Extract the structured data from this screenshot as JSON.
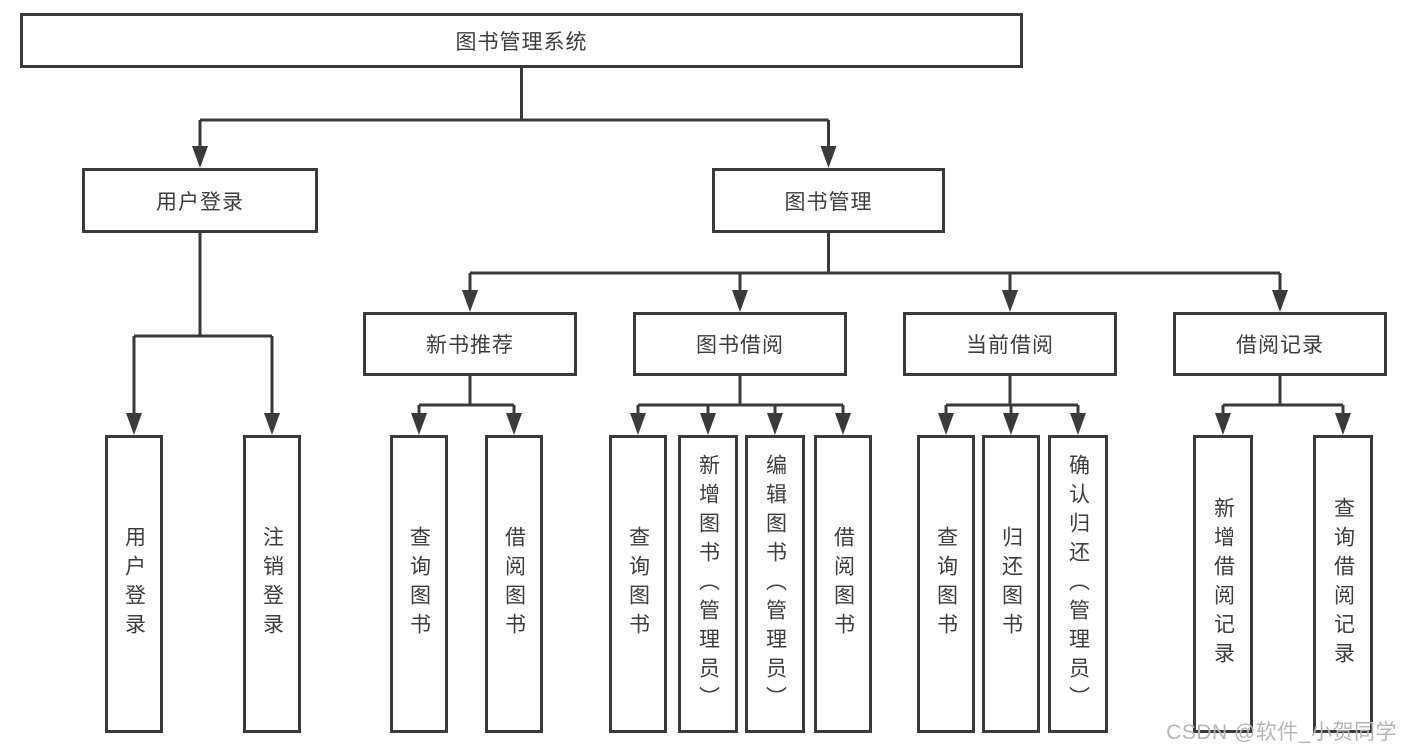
{
  "nodes": {
    "root": "图书管理系统",
    "user_login": "用户登录",
    "book_mgmt": "图书管理",
    "new_book_rec": "新书推荐",
    "book_borrow": "图书借阅",
    "current_borrow": "当前借阅",
    "borrow_records": "借阅记录",
    "leaf_user_login": "用户登录",
    "leaf_logout": "注销登录",
    "leaf_query_books_1": "查询图书",
    "leaf_borrow_books_1": "借阅图书",
    "leaf_query_books_2": "查询图书",
    "leaf_add_books": "新增图书（管理员）",
    "leaf_edit_books": "编辑图书（管理员）",
    "leaf_borrow_books_2": "借阅图书",
    "leaf_query_books_3": "查询图书",
    "leaf_return_books": "归还图书",
    "leaf_confirm_return": "确认归还（管理员）",
    "leaf_add_borrow_record": "新增借阅记录",
    "leaf_query_borrow_record": "查询借阅记录"
  },
  "hierarchy": {
    "图书管理系统": {
      "用户登录": [
        "用户登录",
        "注销登录"
      ],
      "图书管理": {
        "新书推荐": [
          "查询图书",
          "借阅图书"
        ],
        "图书借阅": [
          "查询图书",
          "新增图书（管理员）",
          "编辑图书（管理员）",
          "借阅图书"
        ],
        "当前借阅": [
          "查询图书",
          "归还图书",
          "确认归还（管理员）"
        ],
        "借阅记录": [
          "新增借阅记录",
          "查询借阅记录"
        ]
      }
    }
  },
  "watermark": "CSDN @软件_小贺同学",
  "colors": {
    "line": "#3a3a3a",
    "text": "#3d3d3d",
    "watermark": "#b5b5b5",
    "background": "#ffffff"
  }
}
